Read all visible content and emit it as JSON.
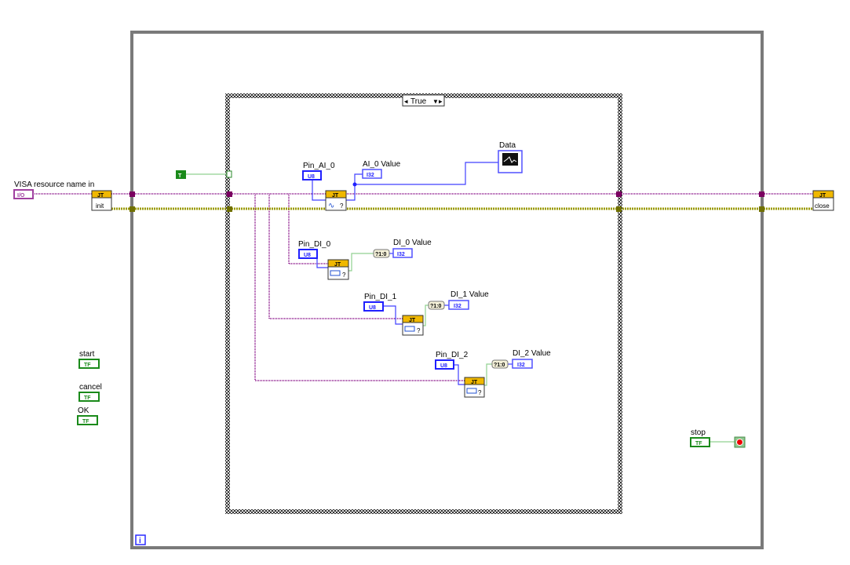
{
  "selector": {
    "value": "True"
  },
  "controls": {
    "visa": {
      "label": "VISA resource name in",
      "type": "I/O"
    },
    "pin_ai_0": {
      "label": "Pin_AI_0",
      "type": "U8"
    },
    "pin_di_0": {
      "label": "Pin_DI_0",
      "type": "U8"
    },
    "pin_di_1": {
      "label": "Pin_DI_1",
      "type": "U8"
    },
    "pin_di_2": {
      "label": "Pin_DI_2",
      "type": "U8"
    },
    "start": {
      "label": "start",
      "type": "TF"
    },
    "cancel": {
      "label": "cancel",
      "type": "TF"
    },
    "ok": {
      "label": "OK",
      "type": "TF"
    },
    "stop": {
      "label": "stop",
      "type": "TF"
    }
  },
  "indicators": {
    "ai_0": {
      "label": "AI_0 Value",
      "type": "I32"
    },
    "data": {
      "label": "Data"
    },
    "di_0": {
      "label": "DI_0 Value",
      "type": "I32"
    },
    "di_1": {
      "label": "DI_1 Value",
      "type": "I32"
    },
    "di_2": {
      "label": "DI_2 Value",
      "type": "I32"
    }
  },
  "constants": {
    "true_const": "T",
    "bool_to_int": "?1:0"
  },
  "nodes": {
    "init": "init",
    "close": "close",
    "header": "JT",
    "query": "?"
  },
  "loop": {
    "iteration": "i"
  },
  "colors": {
    "visa_wire": "#a040a0",
    "error_wire": "#b0b000",
    "numeric_wire": "#3030ff",
    "bool_wire": "#80c080"
  }
}
